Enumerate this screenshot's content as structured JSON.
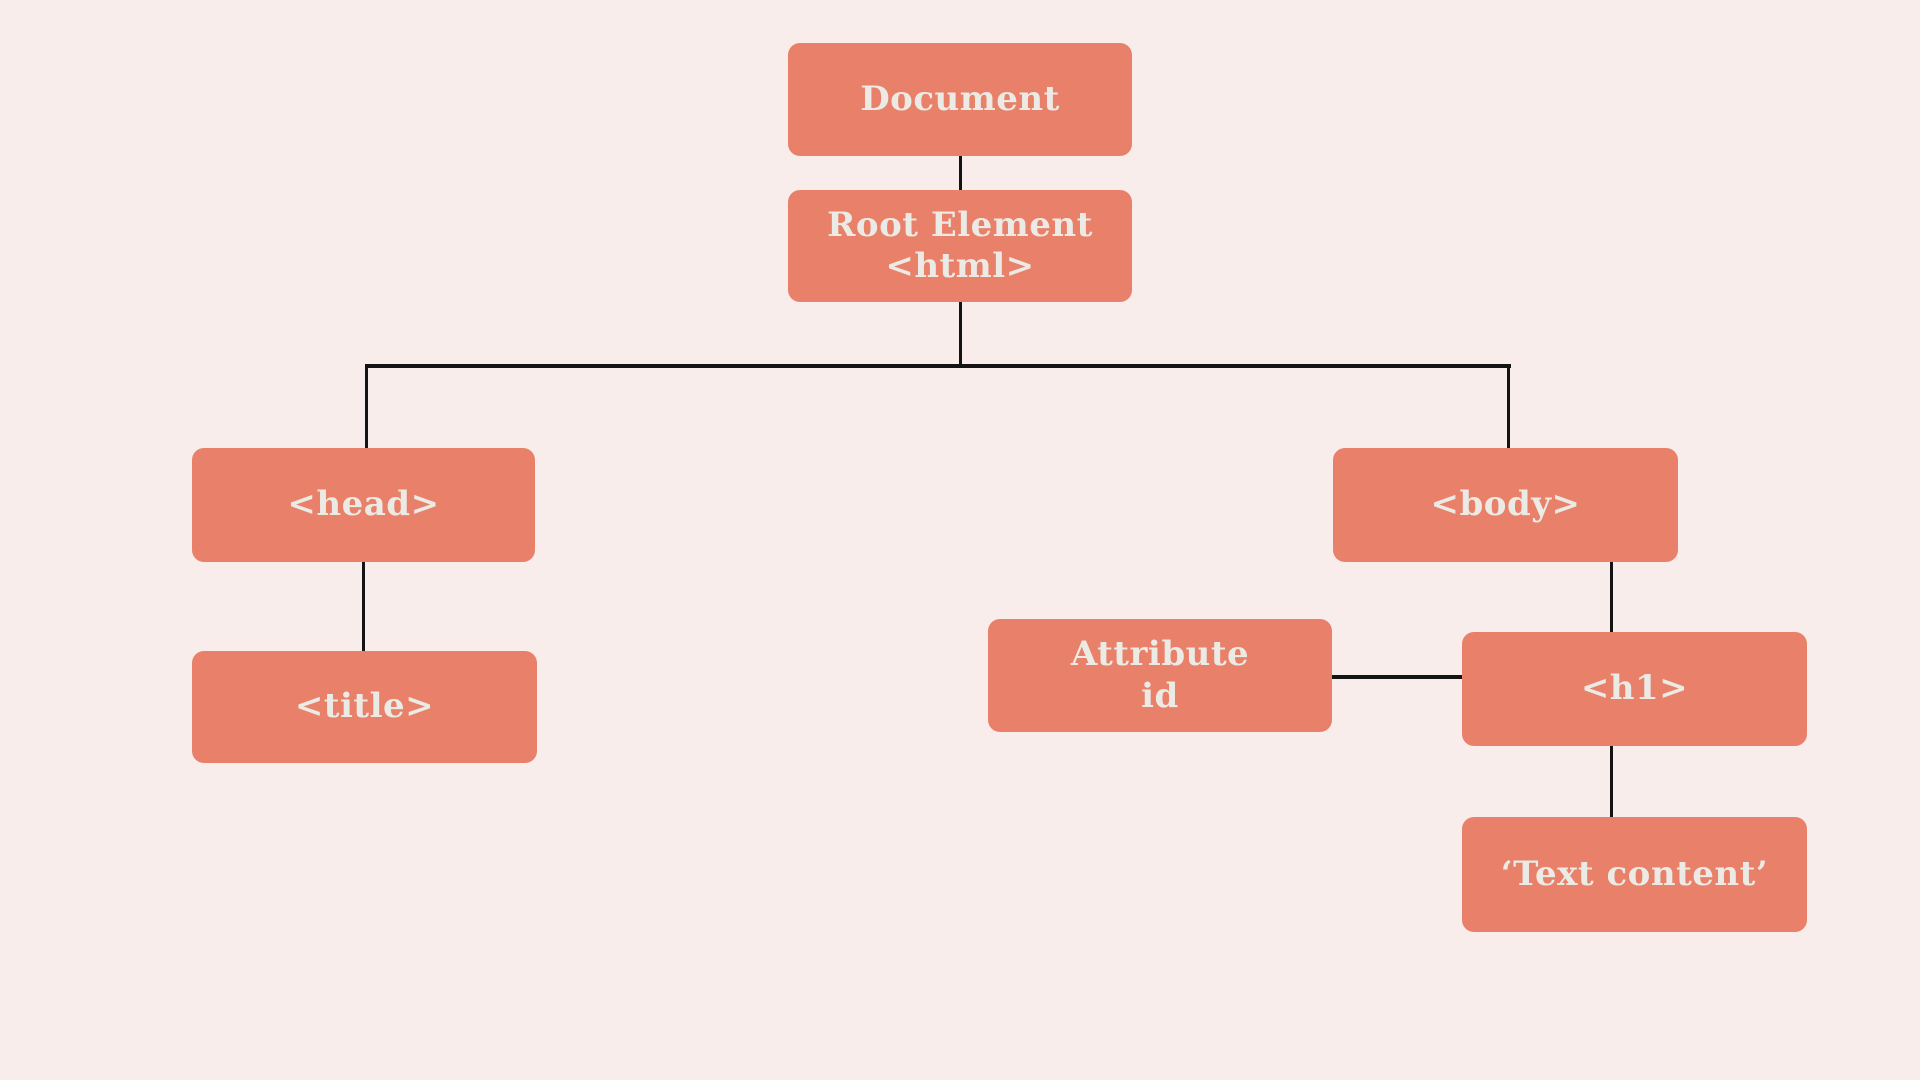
{
  "theme": {
    "background_color": "#f8edea",
    "node_fill_color": "#e8806a",
    "node_text_color": "#eceae4",
    "connector_color": "#141414"
  },
  "diagram": {
    "type": "tree",
    "description": "DOM tree structure diagram",
    "nodes": [
      {
        "id": "document",
        "lines": [
          "Document"
        ]
      },
      {
        "id": "root-element",
        "lines": [
          "Root Element",
          "<html>"
        ]
      },
      {
        "id": "head",
        "lines": [
          "<head>"
        ]
      },
      {
        "id": "body",
        "lines": [
          "<body>"
        ]
      },
      {
        "id": "title",
        "lines": [
          "<title>"
        ]
      },
      {
        "id": "attribute-id",
        "lines": [
          "Attribute",
          "id"
        ]
      },
      {
        "id": "h1",
        "lines": [
          "<h1>"
        ]
      },
      {
        "id": "text-content",
        "lines": [
          "‘Text content’"
        ]
      }
    ],
    "edges": [
      {
        "from": "document",
        "to": "root-element"
      },
      {
        "from": "root-element",
        "to": "head"
      },
      {
        "from": "root-element",
        "to": "body"
      },
      {
        "from": "head",
        "to": "title"
      },
      {
        "from": "body",
        "to": "h1"
      },
      {
        "from": "attribute-id",
        "to": "h1"
      },
      {
        "from": "h1",
        "to": "text-content"
      }
    ]
  }
}
